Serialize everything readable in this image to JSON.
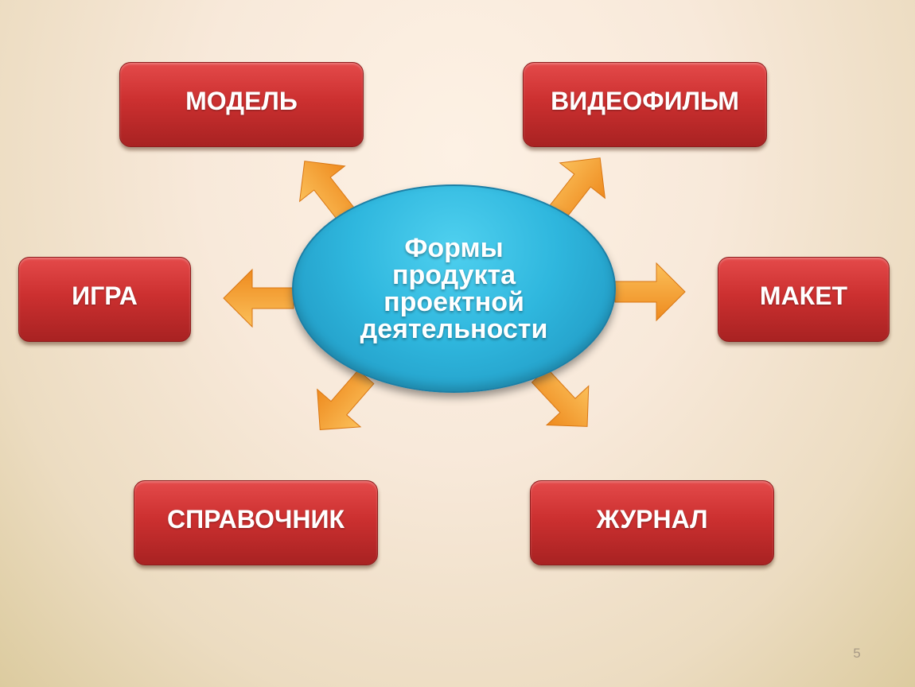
{
  "center": {
    "lines": [
      "Формы",
      "продукта",
      "проектной",
      "деятельности"
    ]
  },
  "boxes": {
    "model": "МОДЕЛЬ",
    "video": "ВИДЕОФИЛЬМ",
    "game": "ИГРА",
    "mockup": "МАКЕТ",
    "reference": "СПРАВОЧНИК",
    "journal": "ЖУРНАЛ"
  },
  "page_number": "5",
  "colors": {
    "box": "#cc3030",
    "center": "#2fb7de",
    "arrow": "#f39a2a"
  }
}
